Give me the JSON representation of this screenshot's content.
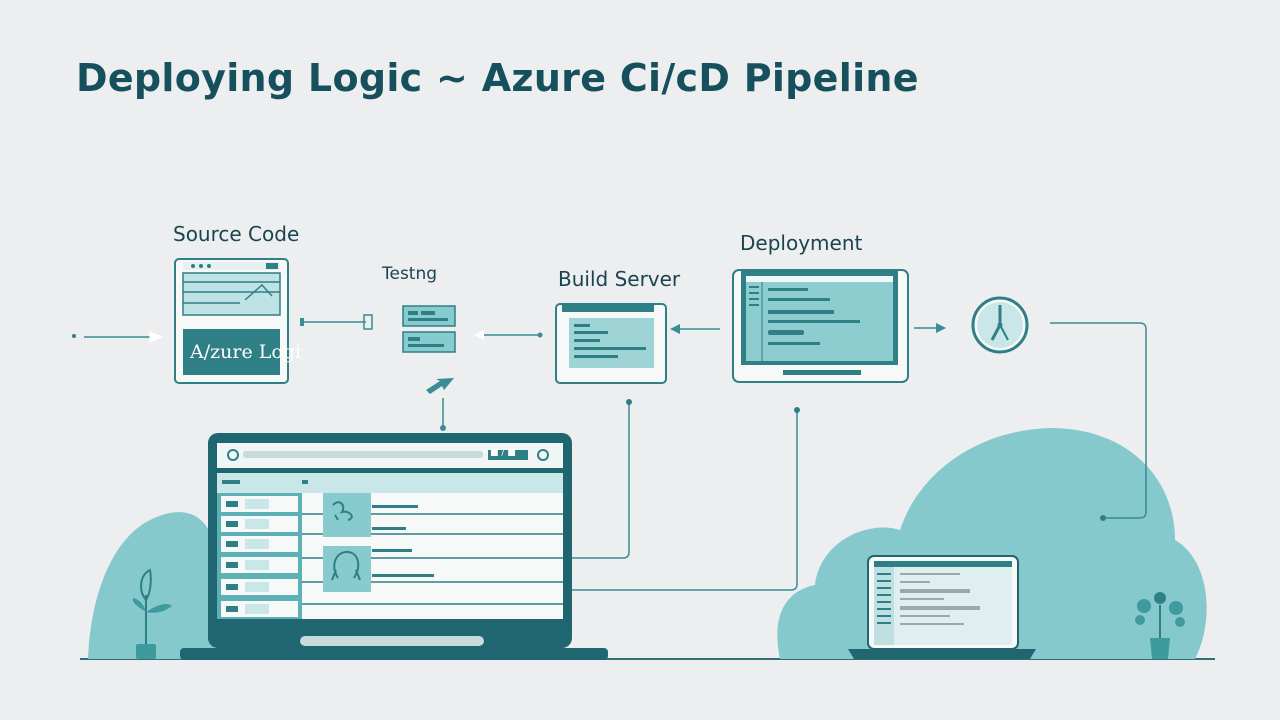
{
  "title": "Deploying Logic ~ Azure Ci/cD Pipeline",
  "stages": {
    "source_code": "Source Code",
    "testing": "Testng",
    "build_server": "Build Server",
    "deployment": "Deployment"
  },
  "source_box_text": "A/zure Logi",
  "laptop_toolbar_text": "■ / ■",
  "colors": {
    "background": "#eceeef",
    "primary_dark": "#16505c",
    "teal": "#3f9a9e",
    "teal_light": "#87cbcf",
    "teal_pale": "#c9e7e8",
    "cloud": "#85c9cd",
    "line": "#3a8c95"
  },
  "icons": [
    "clock-icon",
    "plant-icon",
    "arrow-icon"
  ]
}
